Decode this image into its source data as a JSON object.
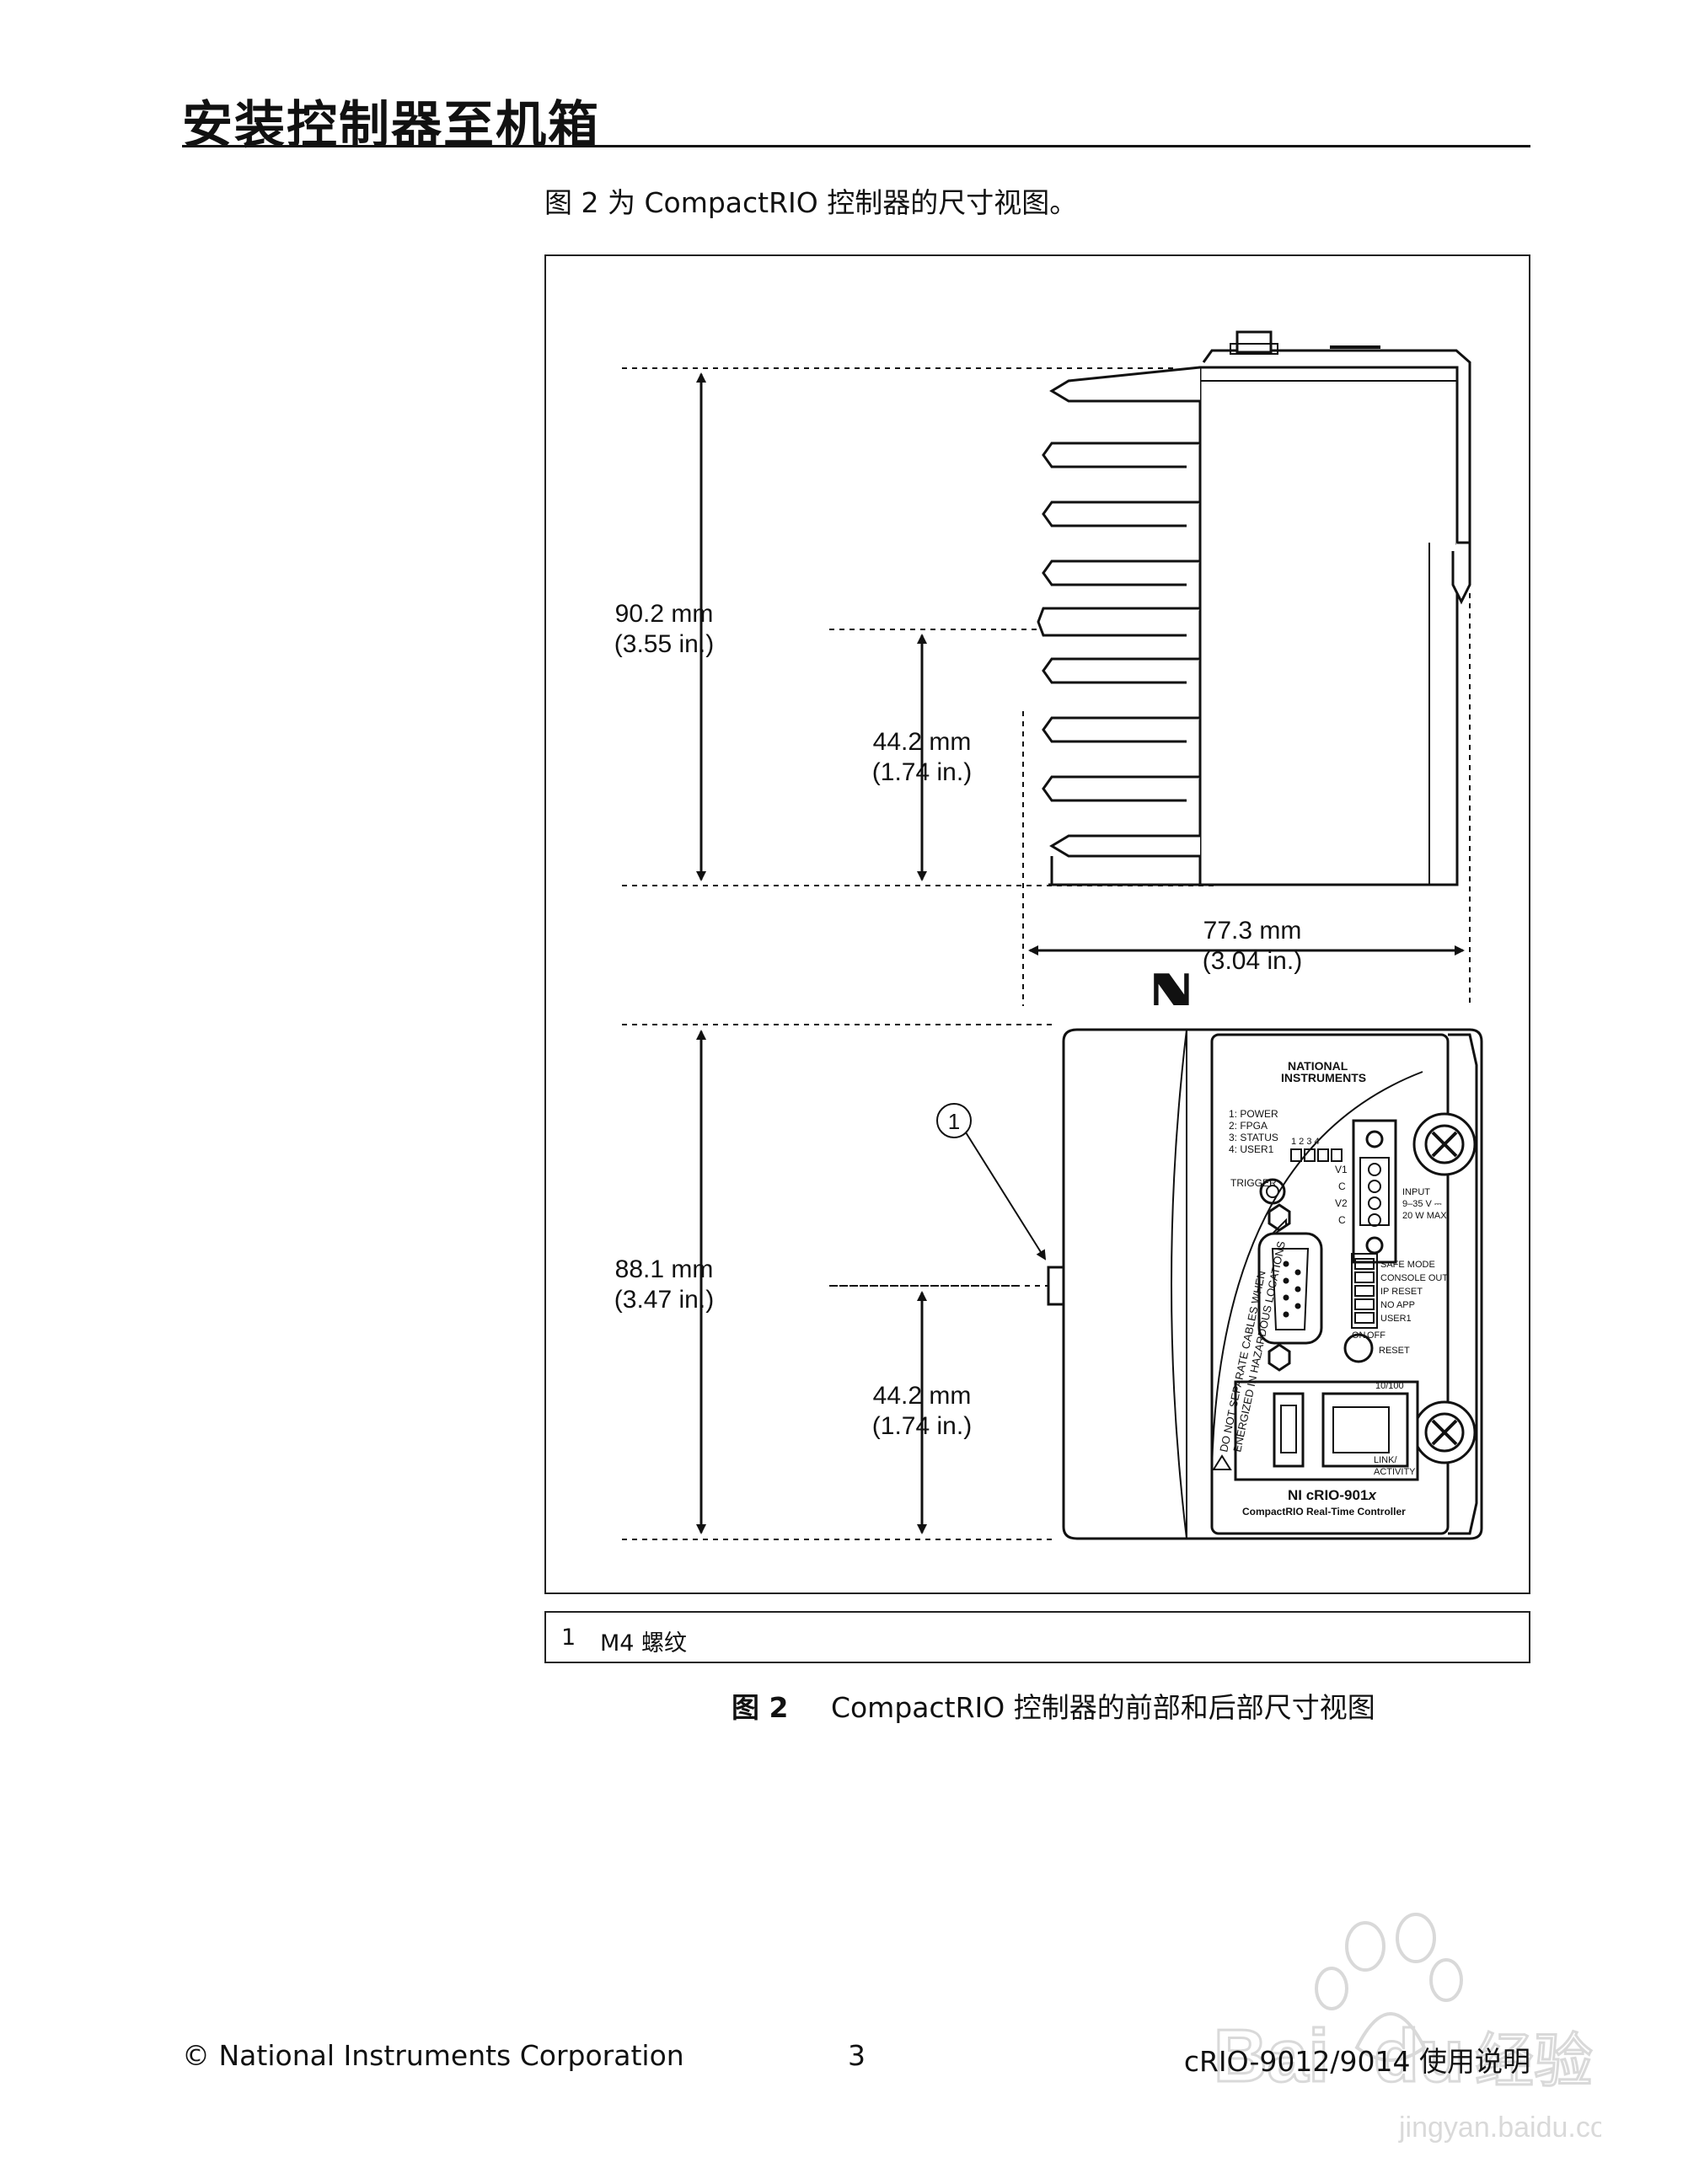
{
  "header": {
    "section_title": "安装控制器至机箱"
  },
  "intro": {
    "text": "图 2 为 CompactRIO 控制器的尺寸视图。"
  },
  "figure": {
    "dimensions": {
      "side_height_mm": "90.2 mm",
      "side_height_in": "(3.55 in.)",
      "side_mid_mm": "44.2 mm",
      "side_mid_in": "(1.74 in.)",
      "width_mm": "77.3 mm",
      "width_in": "(3.04 in.)",
      "front_height_mm": "88.1 mm",
      "front_height_in": "(3.47 in.)",
      "front_mid_mm": "44.2 mm",
      "front_mid_in": "(1.74 in.)"
    },
    "callout_number": "1",
    "panel": {
      "brand_line1": "NATIONAL",
      "brand_line2": "INSTRUMENTS",
      "led_numbers": "1 2 3 4",
      "led_labels": [
        "1: POWER",
        "2: FPGA",
        "3: STATUS",
        "4: USER1"
      ],
      "trigger_label": "TRIGGER",
      "power_terminals": [
        "V1",
        "C",
        "V2",
        "C"
      ],
      "input_lines": [
        "INPUT",
        "9–35 V ⎓",
        "20 W MAX"
      ],
      "dip_labels": [
        "SAFE MODE",
        "CONSOLE OUT",
        "IP RESET",
        "NO APP",
        "USER1"
      ],
      "dip_on": "ON",
      "dip_off": "OFF",
      "reset_label": "RESET",
      "warning_line1": "DO NOT SEPARATE CABLES WHEN",
      "warning_line2": "ENERGIZED IN HAZARDOUS LOCATIONS",
      "ethernet_speed": "10/100",
      "link_label_1": "LINK/",
      "link_label_2": "ACTIVITY",
      "model_prefix": "NI cRIO-901",
      "model_suffix": "x",
      "model_subtitle": "CompactRIO Real-Time Controller"
    }
  },
  "legend": {
    "number": "1",
    "text": "M4 螺纹"
  },
  "caption": {
    "label": "图 2",
    "text": "CompactRIO 控制器的前部和后部尺寸视图"
  },
  "footer": {
    "copyright": "© National Instruments Corporation",
    "page_number": "3",
    "doc_title": "cRIO-9012/9014 使用说明"
  },
  "watermark": {
    "line1": "Bai",
    "line2": "du",
    "line3": "经验",
    "url": "jingyan.baidu.com"
  }
}
